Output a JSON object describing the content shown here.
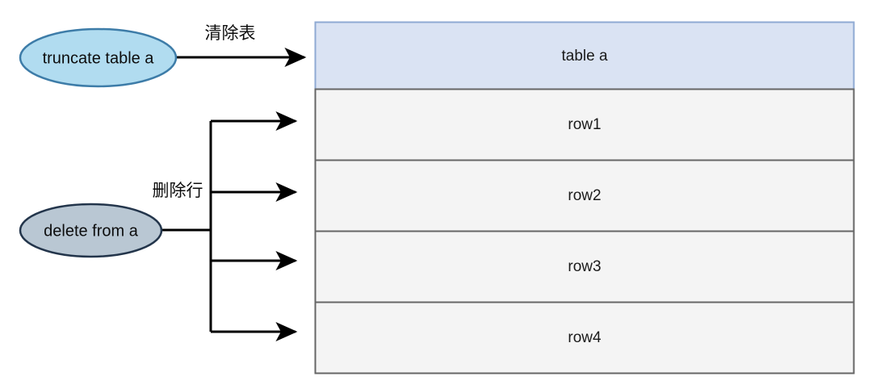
{
  "diagram": {
    "title_nodes": [
      {
        "id": "truncate-node",
        "label": "truncate table a",
        "shape": "ellipse",
        "fill": "#b1dcf0",
        "stroke": "#3d7ca8"
      },
      {
        "id": "delete-node",
        "label": "delete from a",
        "shape": "ellipse",
        "fill": "#b9c7d3",
        "stroke": "#23354b"
      }
    ],
    "edge_labels": {
      "truncate_edge": "清除表",
      "delete_edge": "删除行"
    },
    "table": {
      "header": "table a",
      "header_fill": "#dae3f3",
      "header_stroke": "#8faad3",
      "row_fill": "#f4f4f4",
      "row_stroke": "#666666",
      "rows": [
        "row1",
        "row2",
        "row3",
        "row4"
      ]
    },
    "arrow_color": "#000000"
  }
}
